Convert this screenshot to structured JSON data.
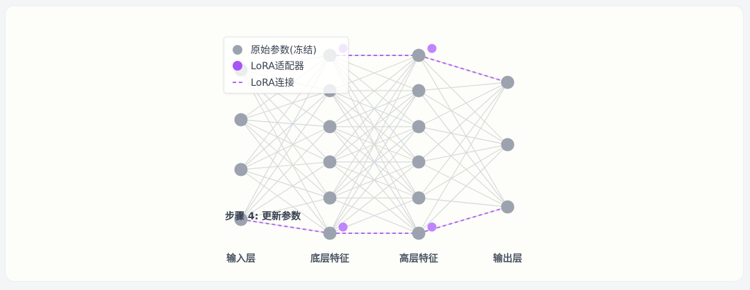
{
  "legend": {
    "items": [
      {
        "label": "原始参数(冻结)",
        "kind": "dot",
        "color": "#9ca3af"
      },
      {
        "label": "LoRA适配器",
        "kind": "dot",
        "color": "#a855f7"
      },
      {
        "label": "LoRA连接",
        "kind": "dash",
        "color": "#b366f5"
      }
    ]
  },
  "step_label": "步骤 4: 更新参数",
  "layers": [
    {
      "label": "输入层",
      "nodes": 4
    },
    {
      "label": "底层特征",
      "nodes": 6
    },
    {
      "label": "高层特征",
      "nodes": 6
    },
    {
      "label": "输出层",
      "nodes": 3
    }
  ],
  "colors": {
    "frozen_node": "#9ca3af",
    "adapter": "#c084fc",
    "lora_link": "#b366f5",
    "edge": "#d9dbd8"
  }
}
